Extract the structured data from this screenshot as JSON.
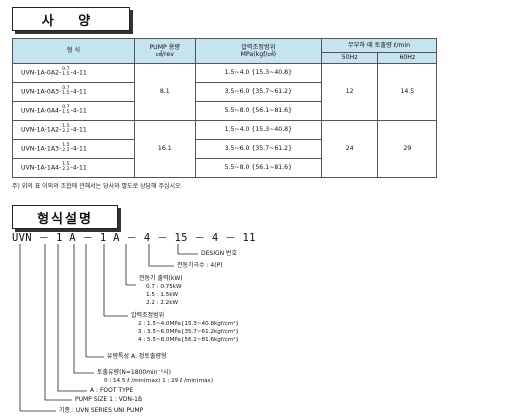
{
  "title_spec": "사 양",
  "title_model": "형식설명",
  "table": {
    "col_model": "형      식",
    "col_pump": "PUMP 용량",
    "col_pump_unit": "㎤/rev",
    "col_pressure": "압력조정범위",
    "col_pressure_unit": "MPa(kgf/㎠)",
    "col_discharge": "무부하 때 토출량 ℓ/min",
    "col_50hz": "50Hz",
    "col_60hz": "60Hz",
    "rows": [
      {
        "m1": "UVN-1A-0A2-",
        "top": "0.7",
        "bot": "1.5",
        "m2": "-4-11",
        "pressure": "1.5~4.0 {15.3~40.8}"
      },
      {
        "m1": "UVN-1A-0A3-",
        "top": "0.7",
        "bot": "1.5",
        "m2": "-4-11",
        "pressure": "3.5~6.0 {35.7~61.2}"
      },
      {
        "m1": "UVN-1A-0A4-",
        "top": "0.7",
        "bot": "1.5",
        "m2": "-4-11",
        "pressure": "5.5~8.0 {56.1~81.6}"
      },
      {
        "m1": "UVN-1A-1A2-",
        "top": "1.5",
        "bot": "2.2",
        "m2": "-4-11",
        "pressure": "1.5~4.0 {15.3~40.8}"
      },
      {
        "m1": "UVN-1A-1A3-",
        "top": "1.5",
        "bot": "2.2",
        "m2": "-4-11",
        "pressure": "3.5~6.0 {35.7~61.2}"
      },
      {
        "m1": "UVN-1A-1A4-",
        "top": "1.5",
        "bot": "2.2",
        "m2": "-4-11",
        "pressure": "5.5~8.0 {56.1~81.6}"
      }
    ],
    "group1": {
      "pump": "8.1",
      "hz50": "12",
      "hz60": "14.5"
    },
    "group2": {
      "pump": "16.1",
      "hz50": "24",
      "hz60": "29"
    }
  },
  "note": "주) 위의 표 이외의 조합에 관해서는 당사와 별도로 상담해 주십시오",
  "code": {
    "p1": "UVN",
    "p2": "1",
    "p3": "A",
    "p4": "1",
    "p5": "A",
    "p6": "4",
    "p7": "15",
    "p8": "4",
    "p9": "11",
    "dash": "－"
  },
  "labels": {
    "design": "DESIGN 번호",
    "poles": "전동기극수 : 4(P)",
    "motor_title": "전동기  출력(kW)",
    "motor_1": "0.7 : 0.75kW",
    "motor_2": "1.5 : 1.5kW",
    "motor_3": "2.2 : 2.2kW",
    "pressure_title": "압력조정범위",
    "pressure_1": "2 : 1.5~4.0MPa{15.3~40.8kgf/cm²}",
    "pressure_2": "3 : 3.5~6.0MPa{35.7~61.2kgf/cm²}",
    "pressure_3": "4 : 5.5~8.0MPa{56.1~81.6kgf/cm²}",
    "flow_char": "유량특성    A: 정토출량형",
    "disch_title": "토출유량(N=1800min⁻¹시)",
    "disch_vals": "0 : 14.5 ℓ /min(max)       1 : 29 ℓ /min(max)",
    "foot": "A : FOOT TYPE",
    "pump_size": "PUMP SIZE     1 : VDN-1B",
    "series": "기종 : UVN SERIES UNI PUMP"
  }
}
